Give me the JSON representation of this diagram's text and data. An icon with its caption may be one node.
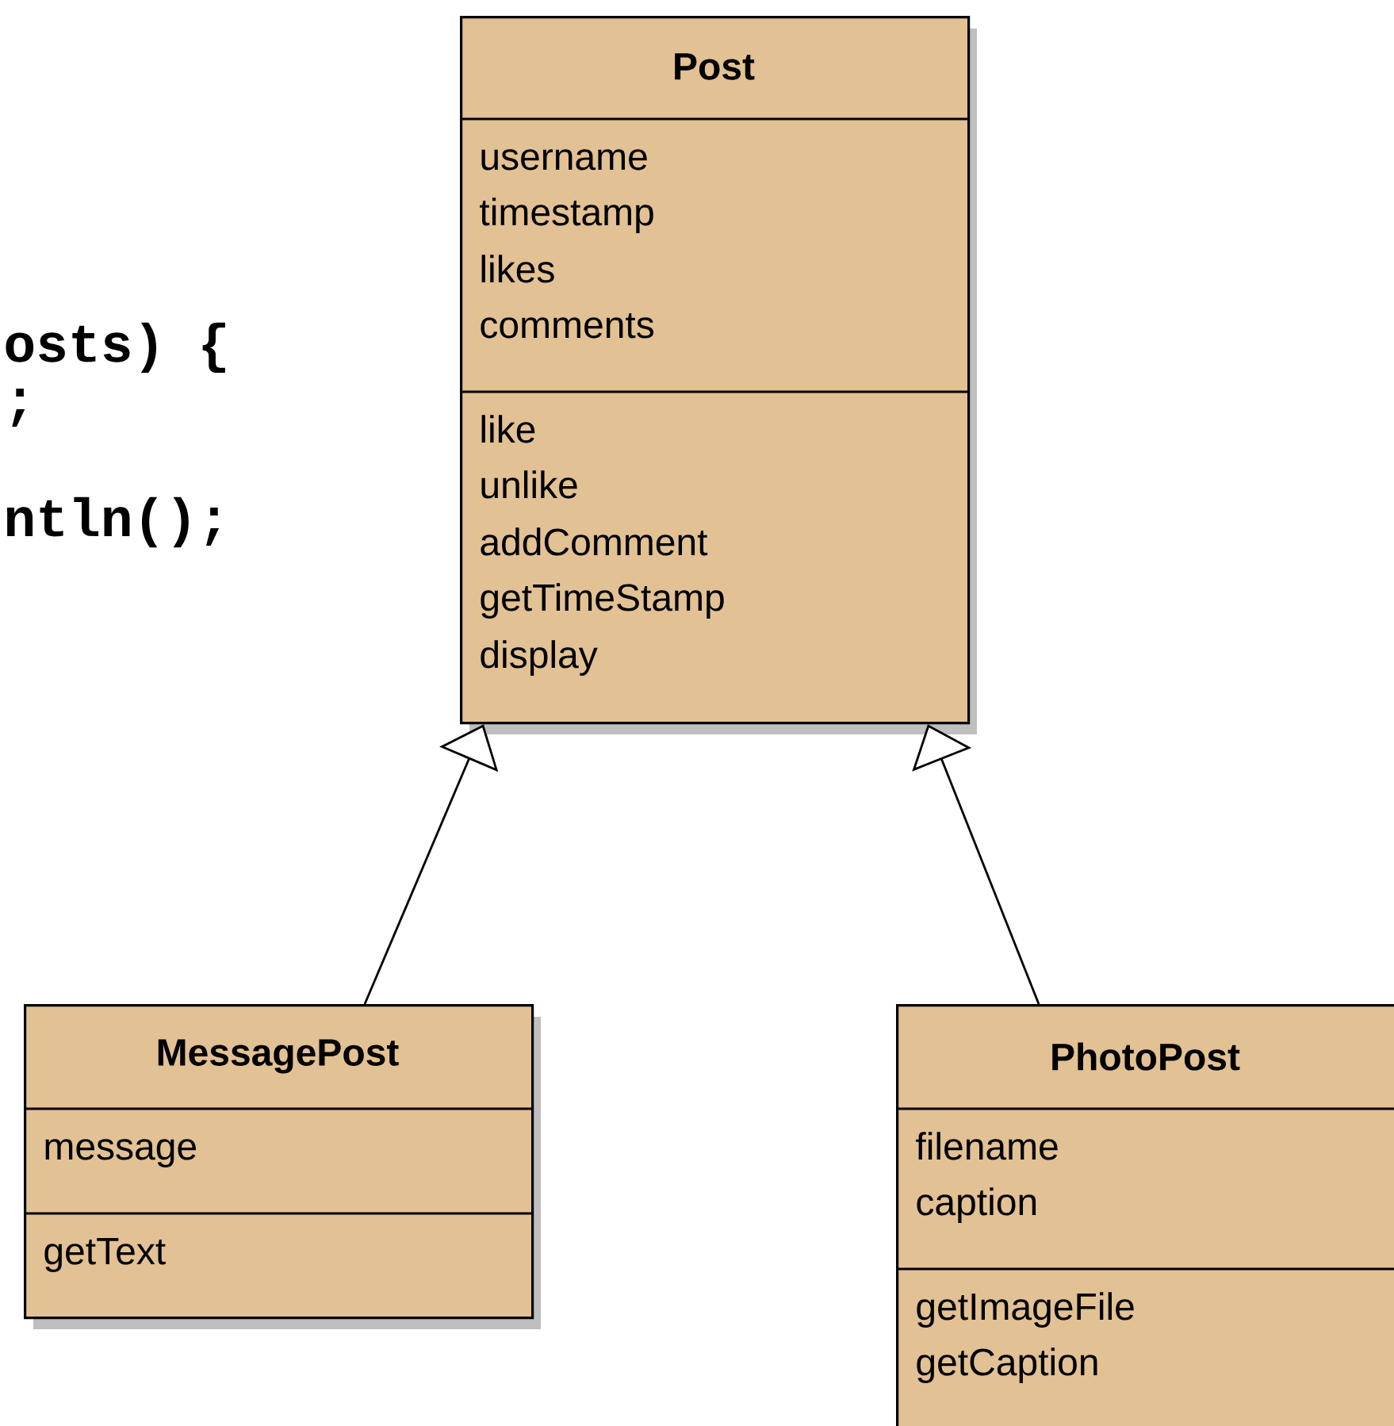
{
  "diagram": {
    "nodes": [
      {
        "text": [
          "Post",
          "username",
          "timestamp",
          "likes",
          "comments",
          "like",
          "unlike",
          "addComment",
          "getTimeStamp",
          "display"
        ]
      },
      {
        "text": [
          "MessagePost",
          "message",
          "getText"
        ]
      },
      {
        "text": [
          "PhotoPost",
          "filename",
          "caption",
          "getImageFile",
          "getCaption"
        ]
      }
    ],
    "edges": [
      {
        "from": 1,
        "to": 0,
        "arrow": "to"
      },
      {
        "from": 2,
        "to": 0,
        "arrow": "to"
      }
    ],
    "labels": [
      "osts) {",
      ";",
      "ntln();"
    ]
  }
}
